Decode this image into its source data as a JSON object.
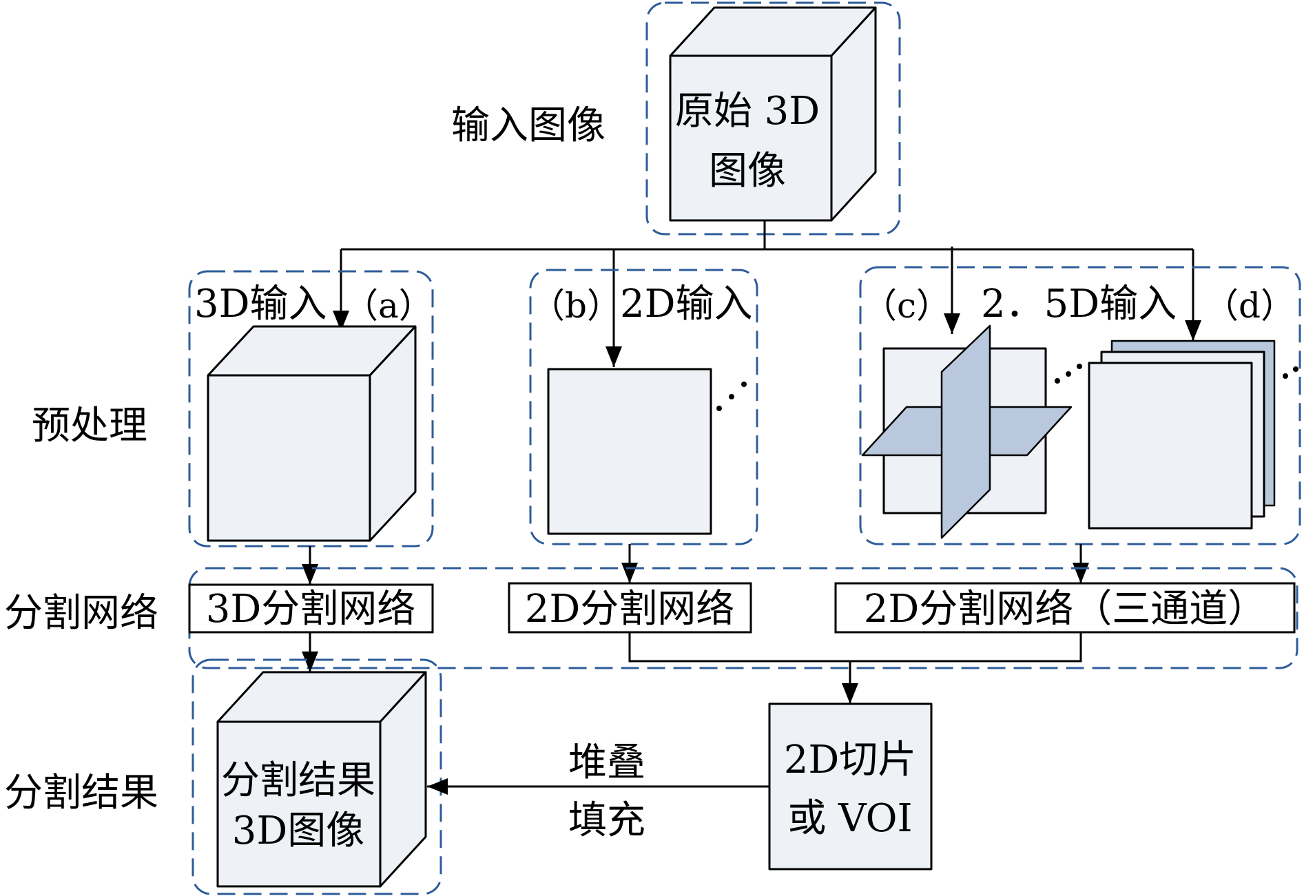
{
  "rows": {
    "input": "输入图像",
    "preprocess": "预处理",
    "segnet": "分割网络",
    "result": "分割结果"
  },
  "original": {
    "line1": "原始 3D",
    "line2": "图像"
  },
  "branches": {
    "a_label": "3D输入",
    "a_tag": "（a）",
    "b_tag": "（b）",
    "b_label": "2D输入",
    "c_tag": "（c）",
    "cd_label": "2．5D输入",
    "d_tag": "（d）"
  },
  "networks": {
    "net3d": "3D分割网络",
    "net2d": "2D分割网络",
    "net2d3ch": "2D分割网络（三通道）"
  },
  "slices": {
    "line1": "2D切片",
    "line2": "或 VOI"
  },
  "stack": {
    "line1": "堆叠",
    "line2": "填充"
  },
  "result": {
    "line1": "分割结果",
    "line2": "3D图像"
  },
  "colors": {
    "dashed_border": "#2d5c9a",
    "face_fill": "#eef1f6",
    "plane_fill": "#b9c8dc",
    "stroke": "#000000"
  }
}
